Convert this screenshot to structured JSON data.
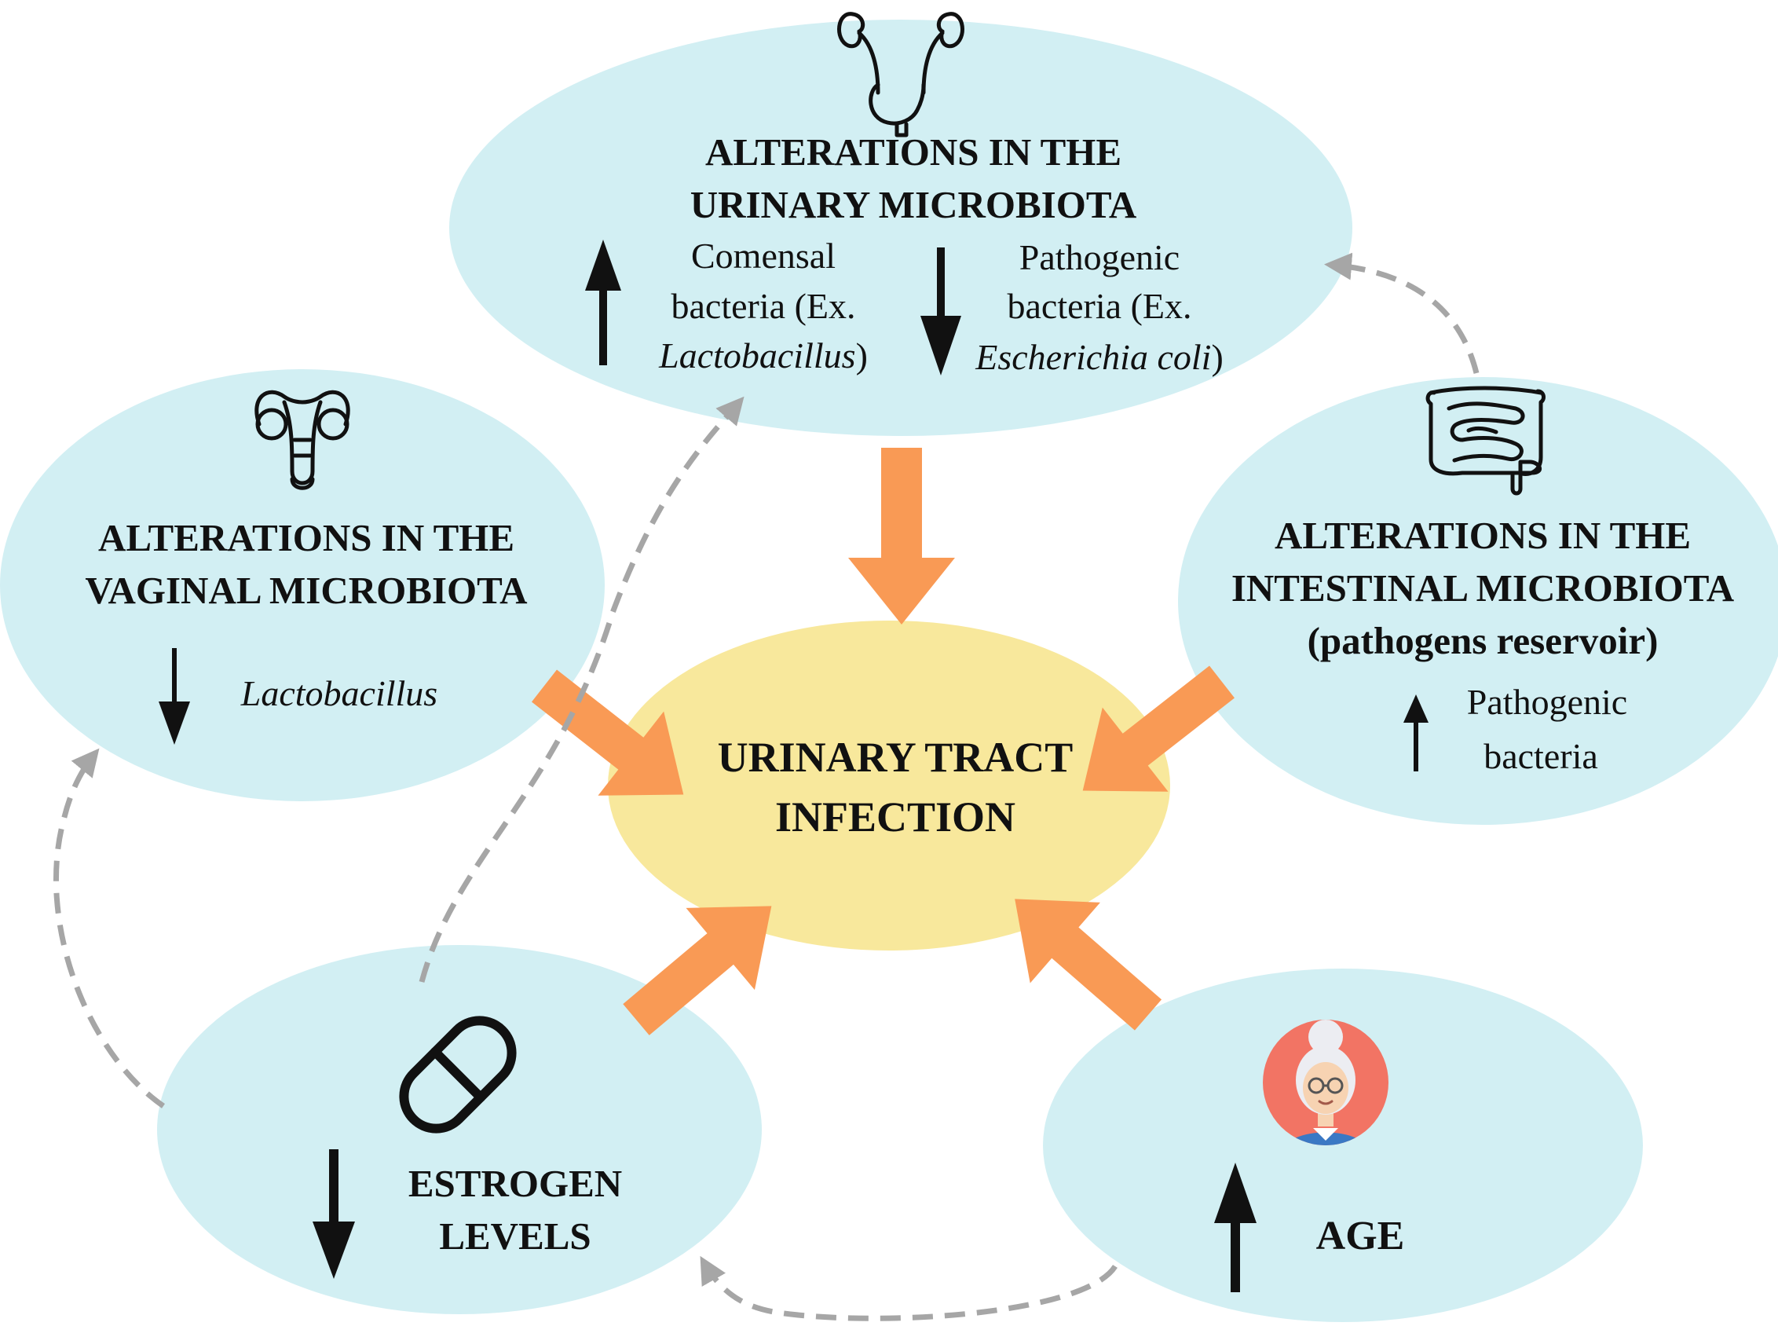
{
  "colors": {
    "ellipse_fill": "#d2eff3",
    "center_fill": "#f8e89c",
    "thick_arrow": "#f99a55",
    "dashed_arrow": "#a6a6a6",
    "text": "#111111"
  },
  "nodes": {
    "urinary": {
      "title_lines": [
        "ALTERATIONS IN THE",
        "URINARY MICROBIOTA"
      ],
      "icon": "urinary-system-icon",
      "increase": {
        "arrow": "up",
        "lines": [
          "Comensal",
          "bacteria (Ex."
        ],
        "example": "Lactobacillus",
        "close": ")"
      },
      "decrease": {
        "arrow": "down",
        "lines": [
          "Pathogenic",
          "bacteria (Ex."
        ],
        "example": "Escherichia coli",
        "close": ")"
      }
    },
    "vaginal": {
      "title_lines": [
        "ALTERATIONS IN THE",
        "VAGINAL MICROBIOTA"
      ],
      "icon": "uterus-icon",
      "arrow": "down",
      "item": "Lactobacillus"
    },
    "intestinal": {
      "title_lines": [
        "ALTERATIONS IN THE",
        "INTESTINAL MICROBIOTA",
        "(pathogens reservoir)"
      ],
      "icon": "intestine-icon",
      "arrow": "up",
      "item_lines": [
        "Pathogenic",
        "bacteria"
      ]
    },
    "center": {
      "title_lines": [
        "URINARY TRACT",
        "INFECTION"
      ]
    },
    "estrogen": {
      "title_lines": [
        "ESTROGEN",
        "LEVELS"
      ],
      "icon": "pill-icon",
      "arrow": "down"
    },
    "age": {
      "title_lines": [
        "AGE"
      ],
      "icon": "elderly-woman-icon",
      "arrow": "up"
    }
  }
}
